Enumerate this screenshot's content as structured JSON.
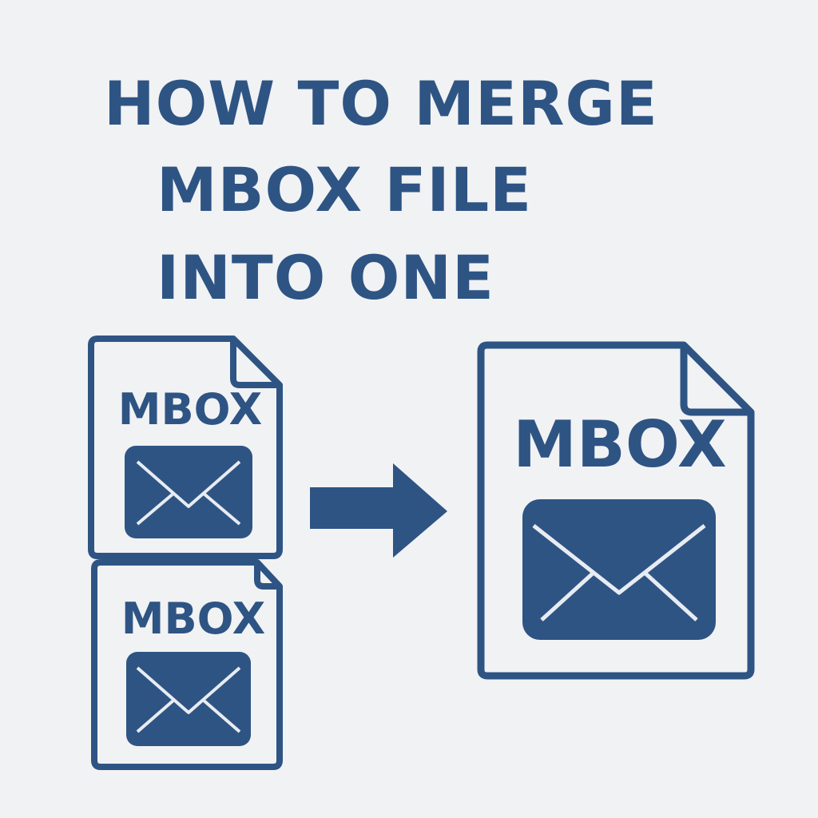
{
  "title": {
    "line1": "HOW TO MERGE",
    "line2": "MBOX FILE",
    "line3": "INTO ONE"
  },
  "source_files": [
    {
      "label": "MBOX",
      "icon": "mail-envelope-icon"
    },
    {
      "label": "MBOX",
      "icon": "mail-envelope-icon"
    }
  ],
  "arrow": {
    "icon": "arrow-right-icon"
  },
  "merged_file": {
    "label": "MBOX",
    "icon": "mail-envelope-icon"
  },
  "colors": {
    "primary": "#2e5484",
    "background": "#f1f2f4",
    "envelope_lines": "#e8ecf2"
  }
}
